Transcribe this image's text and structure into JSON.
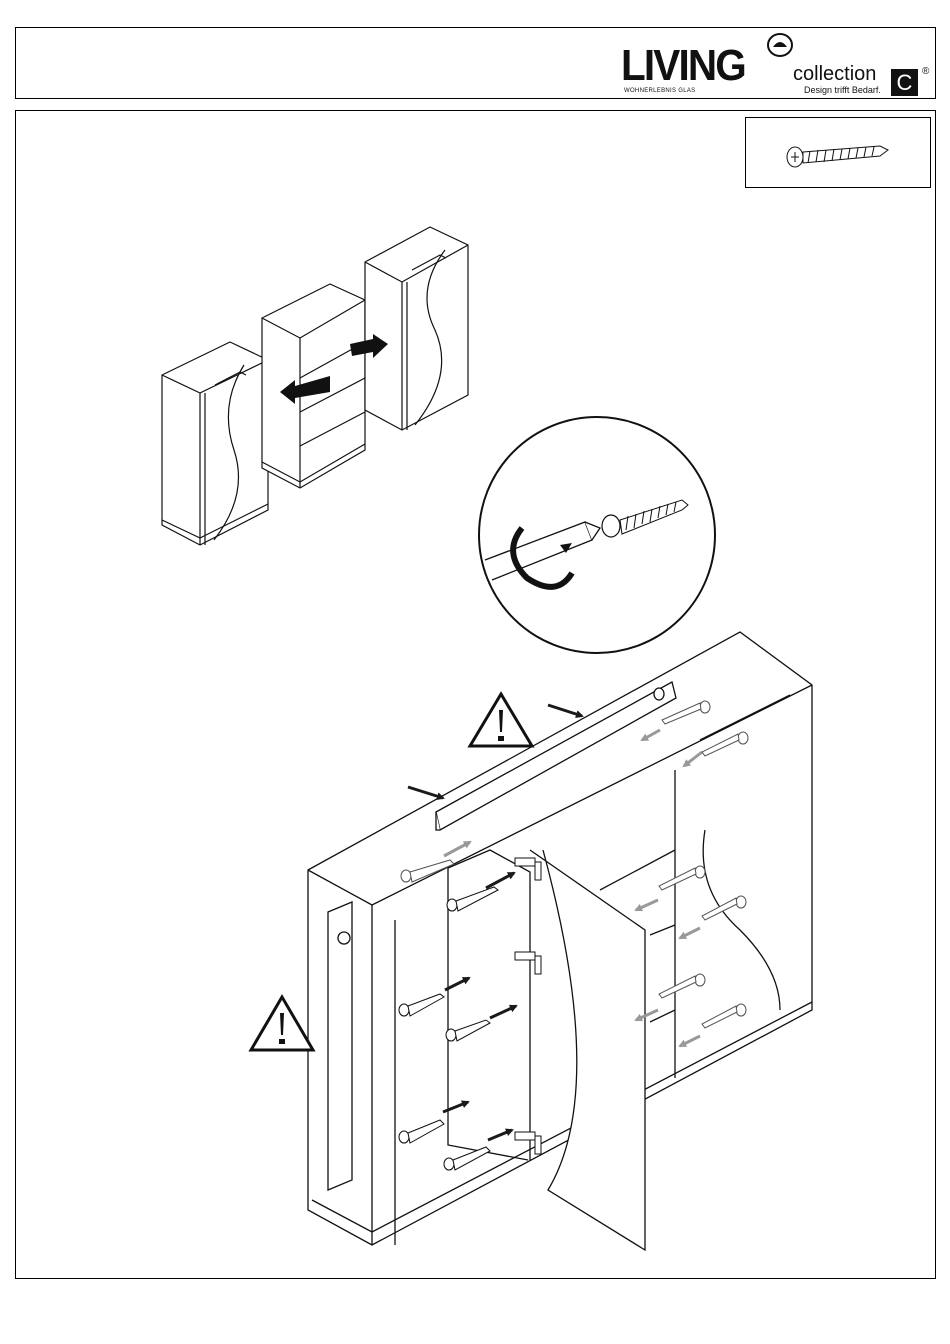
{
  "header": {
    "brand": "LIVING",
    "brand_sub": "WOHNERLEBNIS GLAS",
    "collection": "collection",
    "tagline": "Design trifft Bedarf.",
    "c_letter": "C",
    "registered": "®"
  },
  "parts": {
    "screw_icon": "screw-icon"
  },
  "colors": {
    "line": "#111111",
    "arrow_dark": "#1a1a1a",
    "arrow_gray": "#999999"
  }
}
